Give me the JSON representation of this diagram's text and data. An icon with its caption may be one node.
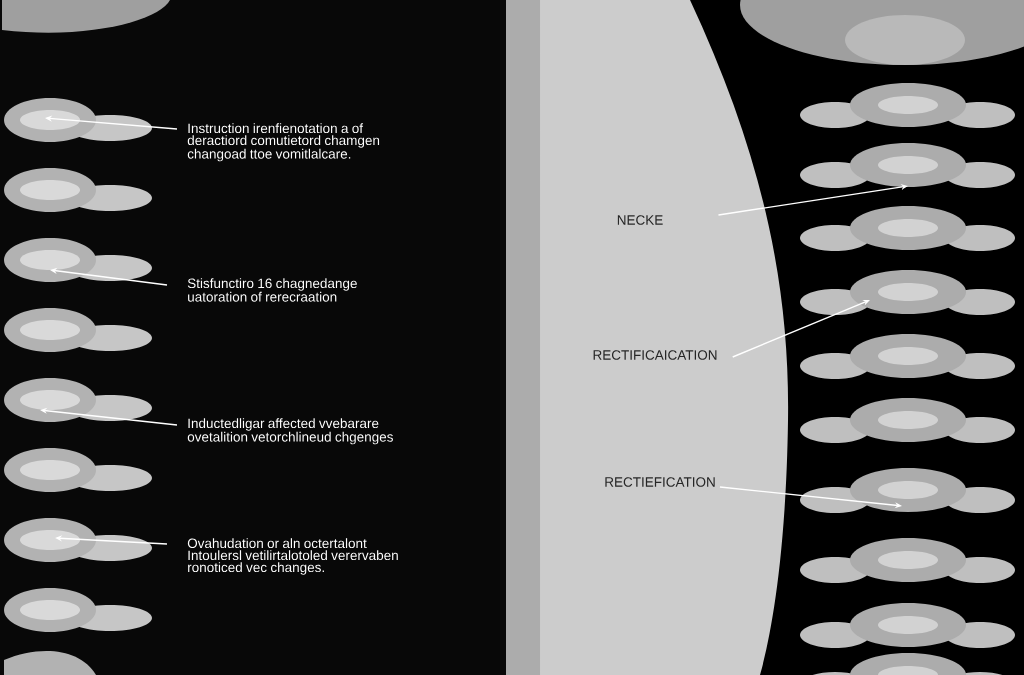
{
  "diagram": {
    "nodes": [
      {
        "text": [
          "Instruction irenfienotation a of deractiord comutietord chamgen changoad ttoe vomitlalcare."
        ]
      },
      {
        "text": [
          "Stisfunctiro 16 chagnedange uatoration of rerecraation"
        ]
      },
      {
        "text": [
          "Inductedligar affected vvebarare ovetalition vetorchlineud chgenges"
        ]
      },
      {
        "text": [
          "Ovahudation or aln octertalont Intoulersl vetilirtalotoled verervaben ronoticed vec changes."
        ]
      },
      {
        "text": [
          "NECKE"
        ]
      },
      {
        "text": [
          "RECTIFICAICATION"
        ]
      },
      {
        "text": [
          "RECTIEFICATION"
        ]
      }
    ],
    "edges": [
      {
        "from": 0,
        "to": null,
        "arrow": "to"
      },
      {
        "from": 1,
        "to": null,
        "arrow": "to"
      },
      {
        "from": 2,
        "to": null,
        "arrow": "to"
      },
      {
        "from": 3,
        "to": null,
        "arrow": "to"
      },
      {
        "from": 4,
        "to": null,
        "arrow": "to"
      },
      {
        "from": 5,
        "to": null,
        "arrow": "to"
      },
      {
        "from": 6,
        "to": null,
        "arrow": "to"
      }
    ]
  }
}
